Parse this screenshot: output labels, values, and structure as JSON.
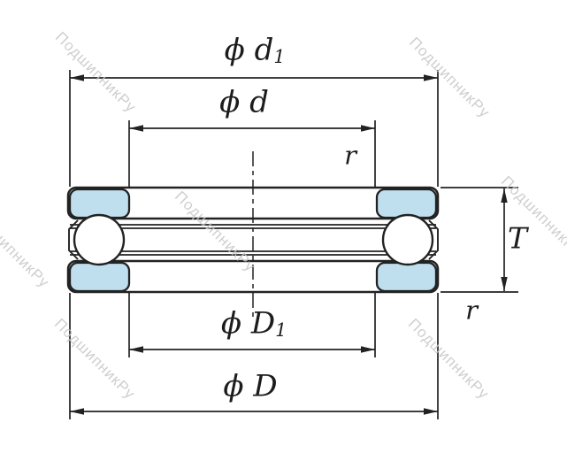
{
  "watermark": {
    "text": "ПодшипникРу"
  },
  "labels": {
    "d1": {
      "main": "ϕ d",
      "sub": "1"
    },
    "d": {
      "main": "ϕ d"
    },
    "r_top": {
      "main": "r"
    },
    "T": {
      "main": "T"
    },
    "r_bottom": {
      "main": "r"
    },
    "D1": {
      "main": "ϕ D",
      "sub": "1"
    },
    "D": {
      "main": "ϕ D"
    }
  },
  "colors": {
    "line": "#222222",
    "ring_fill": "#bfdfee",
    "watermark": "#c6c6c6",
    "background": "#ffffff"
  }
}
